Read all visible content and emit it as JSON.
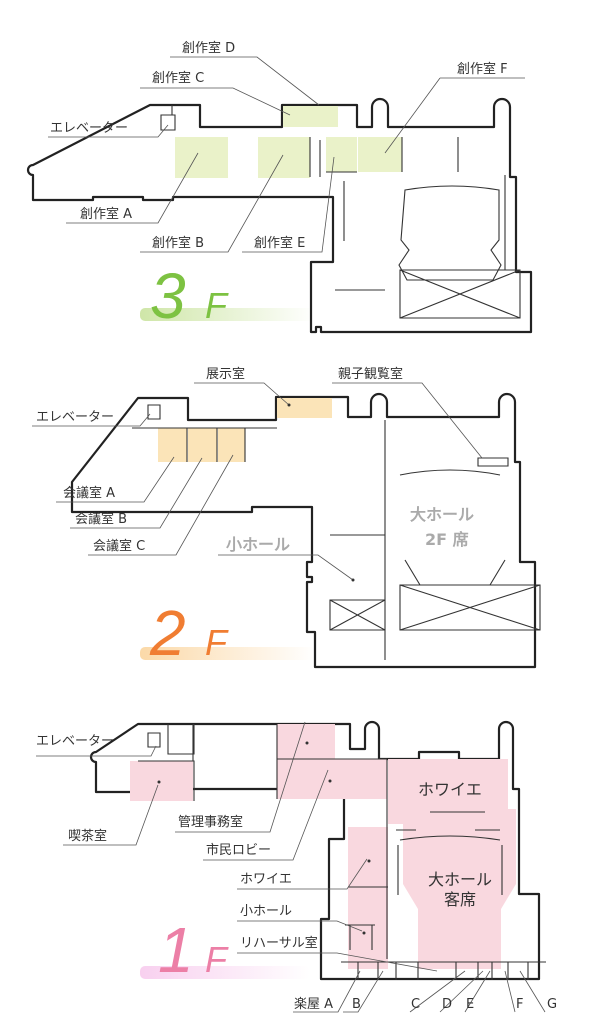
{
  "colors": {
    "f3": "#7dc242",
    "f2": "#f07d32",
    "f1": "#ec7fa6",
    "room3": "#eaf2c9",
    "room2": "#fbe4b8",
    "room1": "#f9d8df"
  },
  "floor3": {
    "number": "3",
    "suffix": "F",
    "labels": {
      "elevator": "エレベーター",
      "roomA": "創作室 A",
      "roomB": "創作室 B",
      "roomC": "創作室 C",
      "roomD": "創作室 D",
      "roomE": "創作室 E",
      "roomF": "創作室 F"
    }
  },
  "floor2": {
    "number": "2",
    "suffix": "F",
    "labels": {
      "elevator": "エレベーター",
      "exhibition": "展示室",
      "family": "親子観覧室",
      "confA": "会議室 A",
      "confB": "会議室 B",
      "confC": "会議室 C",
      "smallHall": "小ホール",
      "bigHall1": "大ホール",
      "bigHall2": "2F 席"
    }
  },
  "floor1": {
    "number": "1",
    "suffix": "F",
    "labels": {
      "elevator": "エレベーター",
      "cafe": "喫茶室",
      "office": "管理事務室",
      "lobby": "市民ロビー",
      "foyer": "ホワイエ",
      "smallHall": "小ホール",
      "rehearsal": "リハーサル室",
      "foyerMain": "ホワイエ",
      "bigHall1": "大ホール",
      "bigHall2": "客席",
      "dressingA": "楽屋 A",
      "B": "B",
      "C": "C",
      "D": "D",
      "E": "E",
      "F": "F",
      "G": "G"
    }
  }
}
